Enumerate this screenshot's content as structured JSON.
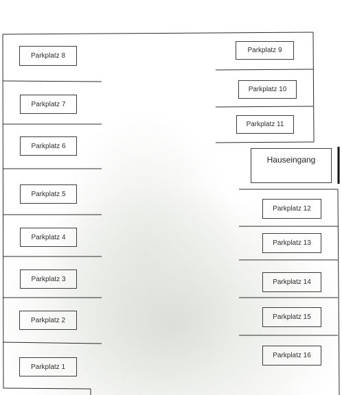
{
  "diagram": {
    "spots": {
      "p1": "Parkplatz 1",
      "p2": "Parkplatz 2",
      "p3": "Parkplatz 3",
      "p4": "Parkplatz 4",
      "p5": "Parkplatz 5",
      "p6": "Parkplatz 6",
      "p7": "Parkplatz 7",
      "p8": "Parkplatz 8",
      "p9": "Parkplatz 9",
      "p10": "Parkplatz 10",
      "p11": "Parkplatz 11",
      "p12": "Parkplatz 12",
      "p13": "Parkplatz 13",
      "p14": "Parkplatz 14",
      "p15": "Parkplatz 15",
      "p16": "Parkplatz 16"
    },
    "entrance": "Hauseingang"
  }
}
